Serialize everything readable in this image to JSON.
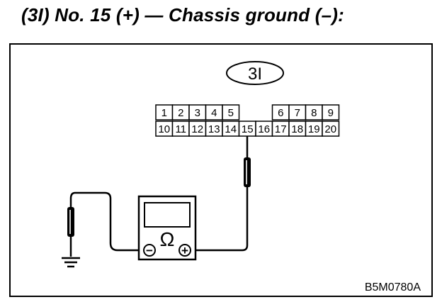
{
  "title": "(3I) No. 15 (+) — Chassis ground (–):",
  "connector": {
    "label": "3I",
    "top_row": [
      "1",
      "2",
      "3",
      "4",
      "5",
      "",
      "",
      "6",
      "7",
      "8",
      "9"
    ],
    "bottom_row": [
      "10",
      "11",
      "12",
      "13",
      "14",
      "15",
      "16",
      "17",
      "18",
      "19",
      "20"
    ]
  },
  "meter": {
    "unit_symbol": "Ω",
    "negative_symbol": "−",
    "positive_symbol": "+"
  },
  "figure_code": "B5M0780A"
}
